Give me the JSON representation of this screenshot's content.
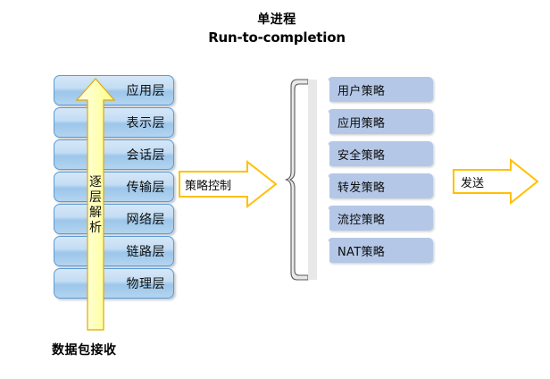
{
  "title": {
    "line1": "单进程",
    "line2": "Run-to-completion"
  },
  "osi_stack": {
    "name": "OSI 分层",
    "layers": [
      {
        "label": "应用层"
      },
      {
        "label": "表示层"
      },
      {
        "label": "会话层"
      },
      {
        "label": "传输层"
      },
      {
        "label": "网络层"
      },
      {
        "label": "链路层"
      },
      {
        "label": "物理层"
      }
    ]
  },
  "parse_arrow": {
    "chars": [
      "逐",
      "层",
      "解",
      "析"
    ],
    "text": "逐层解析",
    "fill_top": "#ffffcc",
    "fill_bottom": "#ffff80",
    "stroke": "#e0a800"
  },
  "bottom_caption": {
    "label": "数据包接收"
  },
  "policy_arrow": {
    "label": "策略控制",
    "fill": "#ffffff",
    "stroke": "#ffc000"
  },
  "brace": {
    "name": "curly-brace",
    "fill": "#e8e8e8",
    "stroke": "#595959"
  },
  "policy_stack": {
    "name": "策略列表",
    "box_color": "#b4c7e7",
    "items": [
      {
        "label": "用户策略"
      },
      {
        "label": "应用策略"
      },
      {
        "label": "安全策略"
      },
      {
        "label": "转发策略"
      },
      {
        "label": "流控策略"
      },
      {
        "label": "NAT策略"
      }
    ]
  },
  "send_arrow": {
    "label": "发送",
    "fill": "#ffffff",
    "stroke": "#ffc000"
  }
}
